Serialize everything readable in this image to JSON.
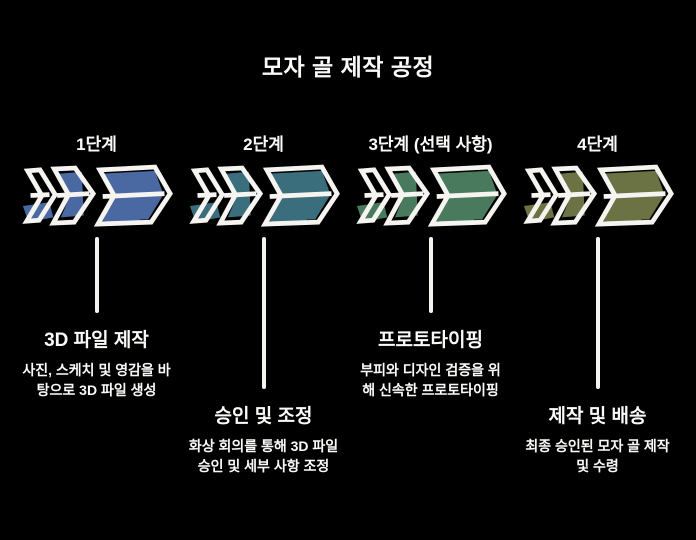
{
  "title": "모자 골 제작 공정",
  "colors": {
    "background": "#000000",
    "text": "#fafaf8",
    "arrow_outline": "#f6f4f0"
  },
  "stages": [
    {
      "label": "1단계",
      "color": "#4a68a1",
      "heading": "3D 파일 제작",
      "description": "사진, 스케치 및 영감을 바탕으로 3D 파일 생성"
    },
    {
      "label": "2단계",
      "color": "#3a6e7d",
      "heading": "승인 및 조정",
      "description": "화상 회의를 통해 3D 파일 승인 및 세부 사항 조정"
    },
    {
      "label": "3단계 (선택 사항)",
      "color": "#4a7a5e",
      "heading": "프로토타이핑",
      "description": "부피와 디자인 검증을 위해 신속한 프로토타이핑"
    },
    {
      "label": "4단계",
      "color": "#6b7344",
      "heading": "제작 및 배송",
      "description": "최종 승인된 모자 골 제작 및 수령"
    }
  ]
}
